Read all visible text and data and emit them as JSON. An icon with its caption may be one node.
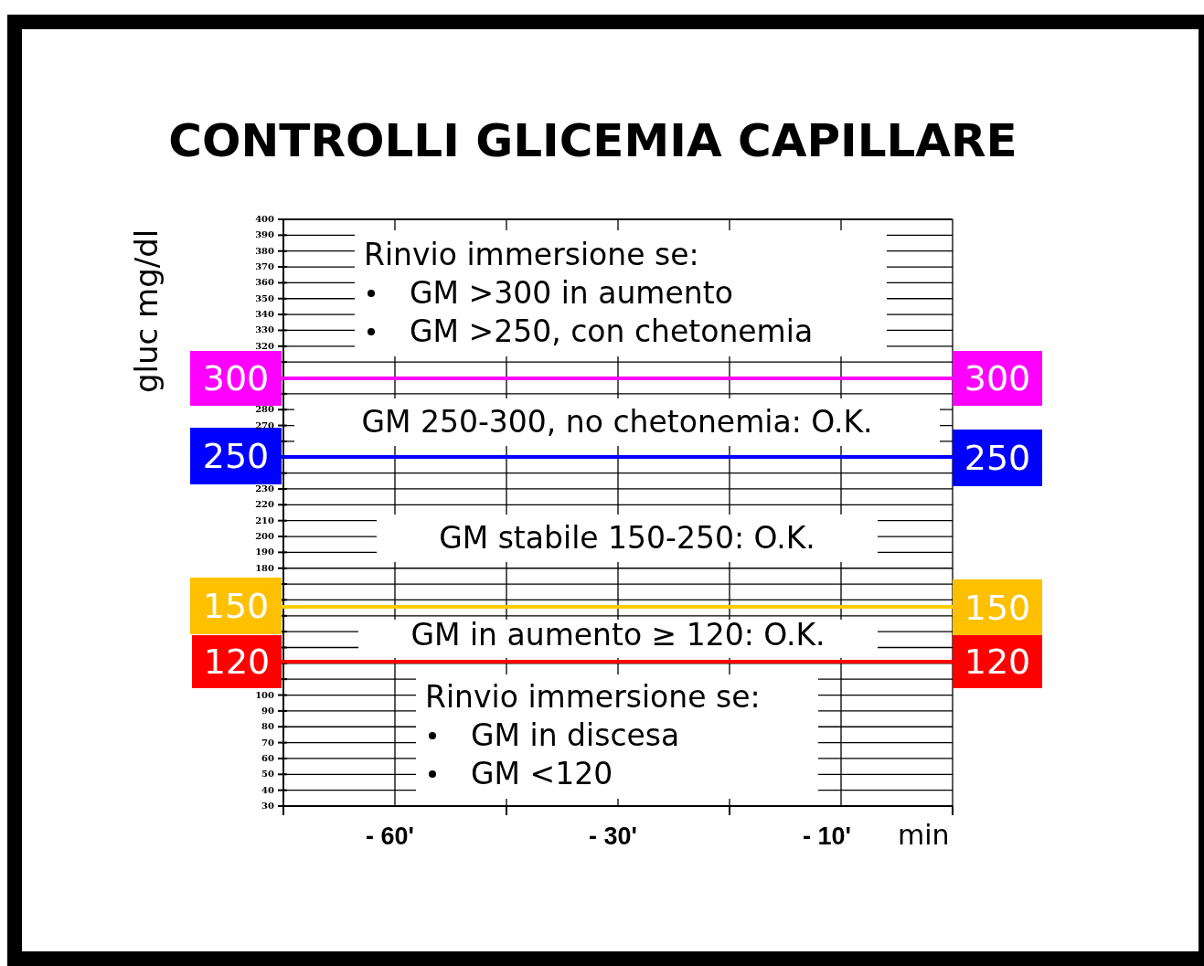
{
  "diagram": {
    "title": "CONTROLLI GLICEMIA CAPILLARE",
    "nodes": [
      {
        "text": [
          "Rinvio immersione se:",
          "GM >300 in aumento",
          "GM >250, con chetonemia"
        ]
      },
      {
        "text": [
          "300"
        ]
      },
      {
        "text": [
          "300"
        ]
      },
      {
        "text": [
          "GM 250-300, no chetonemia: O.K."
        ]
      },
      {
        "text": [
          "250"
        ]
      },
      {
        "text": [
          "250"
        ]
      },
      {
        "text": [
          "GM stabile 150-250: O.K."
        ]
      },
      {
        "text": [
          "150"
        ]
      },
      {
        "text": [
          "150"
        ]
      },
      {
        "text": [
          "GM in aumento ≥ 120: O.K."
        ]
      },
      {
        "text": [
          "120"
        ]
      },
      {
        "text": [
          "120"
        ]
      },
      {
        "text": [
          "Rinvio immersione se:",
          "GM in discesa",
          "GM <120"
        ]
      }
    ],
    "edges": [
      {
        "from": 1,
        "to": 2,
        "arrow": "none",
        "color": "#ff00ff"
      },
      {
        "from": 4,
        "to": 5,
        "arrow": "none",
        "color": "#0000ff"
      },
      {
        "from": 7,
        "to": 8,
        "arrow": "none",
        "color": "#ffcc00"
      },
      {
        "from": 10,
        "to": 11,
        "arrow": "none",
        "color": "#ff0000"
      }
    ],
    "labels": [
      "gluc mg/dl",
      "400",
      "390",
      "380",
      "370",
      "360",
      "350",
      "340",
      "330",
      "320",
      "280",
      "270",
      "230",
      "220",
      "210",
      "200",
      "190",
      "180",
      "100",
      "90",
      "80",
      "70",
      "60",
      "50",
      "40",
      "30",
      "- 60'",
      "- 30'",
      "- 10'",
      "min"
    ]
  }
}
